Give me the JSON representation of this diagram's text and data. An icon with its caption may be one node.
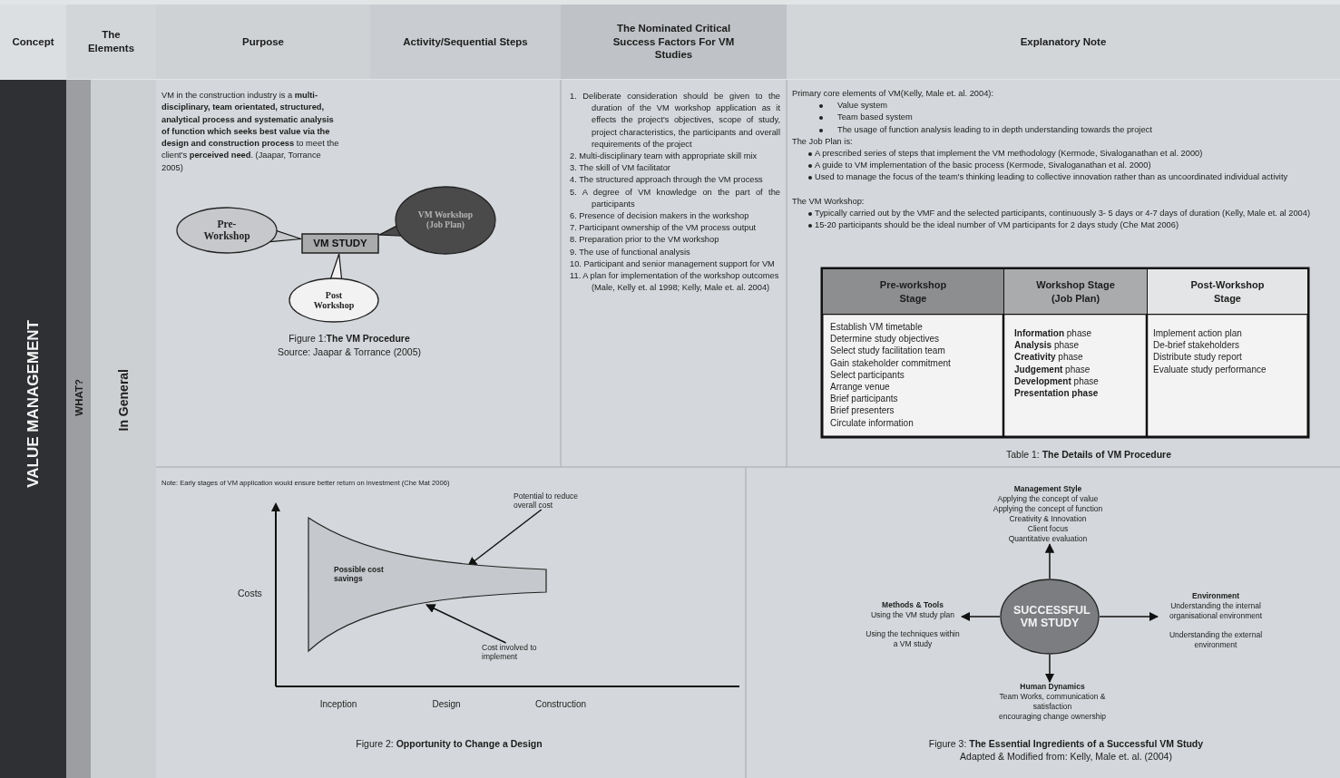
{
  "diagram": {
    "nodes": [
      {
        "text": [
          "Pre-Workshop"
        ]
      },
      {
        "text": [
          "VM STUDY"
        ]
      },
      {
        "text": [
          "VM Workshop (Job Plan)"
        ]
      },
      {
        "text": [
          "Post Workshop"
        ]
      },
      {
        "text": [
          "Potential to reduce overall cost"
        ]
      },
      {
        "text": [
          "Possible cost savings"
        ]
      },
      {
        "text": [
          "Cost involved to implement"
        ]
      },
      {
        "text": [
          "Management Style",
          "Applying the concept of value",
          "Applying the concept of function",
          "Creativity & Innovation",
          "Client focus",
          "Quantitative evaluation"
        ]
      },
      {
        "text": [
          "Methods & Tools",
          "Using the VM study plan",
          "Using the techniques within a VM study"
        ]
      },
      {
        "text": [
          "SUCCESSFUL VM STUDY"
        ]
      },
      {
        "text": [
          "Environment",
          "Understanding the internal organisational environment",
          "Understanding the external environment"
        ]
      },
      {
        "text": [
          "Human Dynamics",
          "Team Works, communication & satisfaction",
          "encouraging change ownership"
        ]
      }
    ],
    "edges": [
      {
        "from": 0,
        "to": 1,
        "arrow": "none"
      },
      {
        "from": 2,
        "to": 1,
        "arrow": "none"
      },
      {
        "from": 3,
        "to": 1,
        "arrow": "none"
      },
      {
        "from": 4,
        "to": 5,
        "arrow": "to"
      },
      {
        "from": 6,
        "to": 5,
        "arrow": "to"
      },
      {
        "from": 9,
        "to": 7,
        "arrow": "to"
      },
      {
        "from": 9,
        "to": 8,
        "arrow": "to"
      },
      {
        "from": 9,
        "to": 10,
        "arrow": "to"
      },
      {
        "from": 9,
        "to": 11,
        "arrow": "to"
      }
    ],
    "labels": [
      "Concept",
      "The Elements",
      "Purpose",
      "Activity/Sequential Steps",
      "The Nominated Critical Success Factors For VM Studies",
      "Explanatory Note",
      "VALUE MANAGEMENT",
      "WHAT?",
      "In General",
      "VM in the construction industry is a **multi-disciplinary, team orientated, structured, analytical process and systematic analysis of function which seeks best value via the design and construction process** to meet the client's **perceived need**. (Jaapar, Torrance 2005)",
      "Figure 1:**The VM Procedure**",
      "Source: Jaapar & Torrance (2005)",
      "1. Deliberate consideration should be given to the duration of the VM workshop application as it effects the project's objectives, scope of study, project characteristics, the participants and overall requirements of the project",
      "2. Multi-disciplinary team with appropriate skill mix",
      "3. The skill of VM facilitator",
      "4. The structured approach through the VM process",
      "5. A degree of VM knowledge on the part of the participants",
      "6. Presence of decision makers in the workshop",
      "7. Participant ownership of the VM process output",
      "8. Preparation prior to the VM workshop",
      "9. The use of functional analysis",
      "10. Participant and senior management support for VM",
      "11. A plan for implementation of the workshop outcomes",
      "(Male, Kelly et. al 1998; Kelly, Male et. al. 2004)",
      "Primary core elements of VM(Kelly, Male et. al. 2004):",
      "Value system",
      "Team based system",
      "The usage of function analysis leading to in depth understanding towards the project",
      "The Job Plan is:",
      "A prescribed series of steps that implement the VM methodology (Kermode, Sivaloganathan et al. 2000)",
      "A guide to VM implementation of the basic process (Kermode, Sivaloganathan et al. 2000)",
      "Used to manage the focus of the team's thinking leading to collective innovation rather than as uncoordinated individual activity",
      "The VM Workshop:",
      "Typically carried out by the VMF and the selected participants, continuously 3- 5 days or 4-7 days of duration (Kelly, Male et. al 2004)",
      "15-20 participants should be the ideal number of VM participants for 2 days study (Che Mat 2006)",
      "Pre-workshop Stage",
      "Workshop Stage (Job Plan)",
      "Post-Workshop Stage",
      "Establish VM timetable",
      "Determine study objectives",
      "Select study facilitation team",
      "Gain stakeholder commitment",
      "Select participants",
      "Arrange venue",
      "Brief participants",
      "Brief presenters",
      "Circulate information",
      "**Information** phase",
      "**Analysis** phase",
      "**Creativity** phase",
      "**Judgement** phase",
      "**Development** phase",
      "**Presentation phase**",
      "Implement action plan",
      "De-brief stakeholders",
      "Distribute study report",
      "Evaluate study performance",
      "Table 1: **The Details of VM Procedure**",
      "Note: Early stages of VM application would ensure better return on investment (Che Mat 2006)",
      "Costs",
      "Inception",
      "Design",
      "Construction",
      "Figure 2: **Opportunity to Change a Design**",
      "Figure 3: **The Essential Ingredients of a Successful VM Study**",
      "Adapted & Modified from: Kelly, Male et. al. (2004)"
    ]
  }
}
